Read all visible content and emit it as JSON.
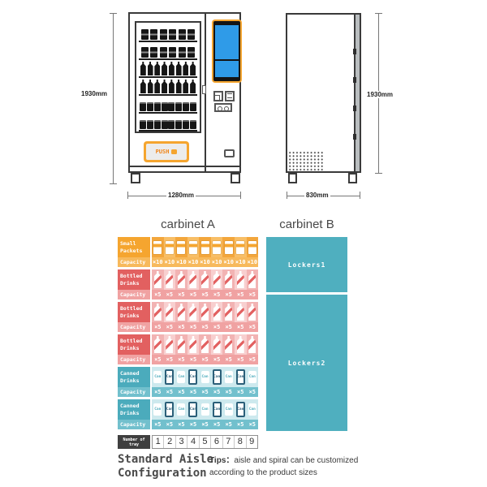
{
  "colors": {
    "orange": "#F5A52F",
    "orange_light": "#F7B95C",
    "orange_cell_a": "#F3A63C",
    "orange_cell_b": "#F8BE66",
    "red": "#E26060",
    "red_light": "#F0A2A2",
    "pink_cell_a": "#F2B3B3",
    "pink_cell_b": "#F8CFCF",
    "teal": "#4BABBC",
    "teal_light": "#72C0CD",
    "teal_cell_bg": "#CDE9EE",
    "navy": "#2B5F79",
    "locker_teal": "#4FAFBF",
    "screen_blue": "#2F9BE8",
    "tray_label_bg": "#3F3F3F"
  },
  "diagram": {
    "front": {
      "height_label": "1930mm",
      "width_label": "1280mm",
      "push_label": "PUSH",
      "shelves": [
        {
          "type": "snack",
          "count": 6
        },
        {
          "type": "snack",
          "count": 6
        },
        {
          "type": "bottle",
          "count": 8
        },
        {
          "type": "bottle",
          "count": 8
        },
        {
          "type": "can",
          "count": 8
        },
        {
          "type": "can",
          "count": 8
        }
      ]
    },
    "side": {
      "height_label": "1930mm",
      "depth_label": "830mm"
    }
  },
  "config": {
    "heading_a": "carbinet A",
    "heading_b": "carbinet B",
    "capacity_label": "Capacity",
    "rows": [
      {
        "label": "Small Packets",
        "type": "snack",
        "scheme": "orange",
        "capacity": "×10",
        "count": 9
      },
      {
        "label": "Bottled Drinks",
        "type": "bottle",
        "scheme": "red",
        "capacity": "×5",
        "count": 9
      },
      {
        "label": "Bottled Drinks",
        "type": "bottle",
        "scheme": "red",
        "capacity": "×5",
        "count": 9
      },
      {
        "label": "Bottled Drinks",
        "type": "bottle",
        "scheme": "red",
        "capacity": "×5",
        "count": 9
      },
      {
        "label": "Canned Drinks",
        "type": "can",
        "scheme": "teal",
        "capacity": "×5",
        "count": 9,
        "can_text": "Can"
      },
      {
        "label": "Canned Drinks",
        "type": "can",
        "scheme": "teal",
        "capacity": "×5",
        "count": 9,
        "can_text": "Can"
      }
    ],
    "tray": {
      "label": "Number of tray",
      "numbers": [
        "1",
        "2",
        "3",
        "4",
        "5",
        "6",
        "7",
        "8",
        "9"
      ]
    },
    "lockers": [
      {
        "label": "Lockers1"
      },
      {
        "label": "Lockers2"
      }
    ]
  },
  "footer": {
    "title_line1": "Standard Aisle",
    "title_line2": "Configuration",
    "tips_label": "Tips：",
    "tips_text": "aisle and spiral can be customized according to the product sizes"
  }
}
